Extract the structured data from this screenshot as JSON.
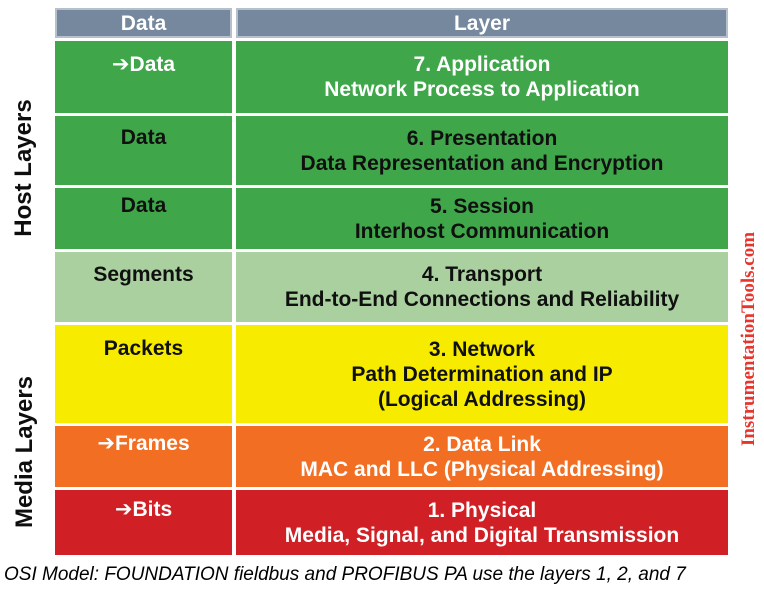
{
  "header": {
    "data": "Data",
    "layer": "Layer"
  },
  "groups": {
    "host": "Host Layers",
    "media": "Media Layers"
  },
  "watermark": {
    "text": "InstrumentationTools.com",
    "color": "#e8352c"
  },
  "caption": "OSI Model: FOUNDATION fieldbus and PROFIBUS PA use the layers 1, 2, and 7",
  "colors": {
    "header_bg": "#75889D",
    "green": "#3FA64A",
    "light_green": "#AAD0A0",
    "yellow": "#F7EC00",
    "orange": "#F26E22",
    "red": "#D02026",
    "white_text": "#FFFFFF",
    "black_text": "#101010"
  },
  "rows": [
    {
      "arrow": "➔",
      "unit": "Data",
      "title": "7. Application",
      "desc": "Network Process to Application",
      "bg": "#3FA64A",
      "fg": "#FFFFFF"
    },
    {
      "unit": "Data",
      "title": "6. Presentation",
      "desc": "Data Representation and Encryption",
      "bg": "#3FA64A",
      "fg": "#101010"
    },
    {
      "unit": "Data",
      "title": "5. Session",
      "desc": "Interhost Communication",
      "bg": "#3FA64A",
      "fg": "#101010"
    },
    {
      "unit": "Segments",
      "title": "4. Transport",
      "desc": "End-to-End Connections and Reliability",
      "bg": "#AAD0A0",
      "fg": "#101010"
    },
    {
      "unit": "Packets",
      "title": "3. Network",
      "desc": "Path Determination and IP",
      "desc2": "(Logical Addressing)",
      "bg": "#F7EC00",
      "fg": "#101010"
    },
    {
      "arrow": "➔",
      "unit": "Frames",
      "title": "2. Data Link",
      "desc": "MAC and LLC (Physical Addressing)",
      "bg": "#F26E22",
      "fg": "#FFFFFF"
    },
    {
      "arrow": "➔",
      "unit": "Bits",
      "title": "1. Physical",
      "desc": "Media, Signal, and Digital Transmission",
      "bg": "#D02026",
      "fg": "#FFFFFF"
    }
  ]
}
